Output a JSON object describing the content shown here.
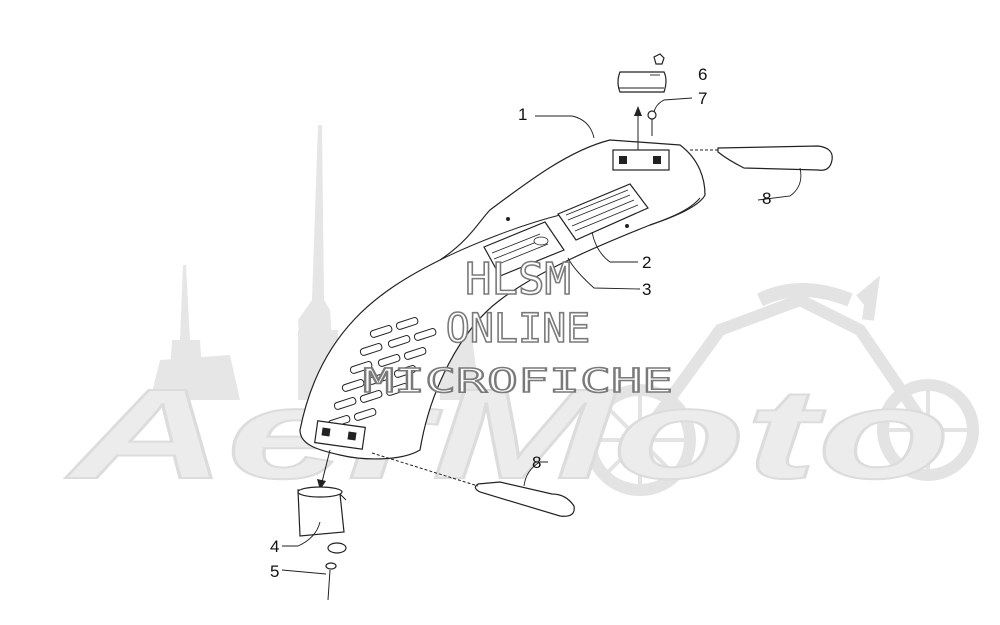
{
  "watermark": {
    "brand": "AerMoto",
    "line1": "HLSM",
    "line2": "ONLINE",
    "line3": "MICROFICHE"
  },
  "callouts": [
    {
      "id": "c1",
      "label": "1"
    },
    {
      "id": "c2",
      "label": "2"
    },
    {
      "id": "c3",
      "label": "3"
    },
    {
      "id": "c4",
      "label": "4"
    },
    {
      "id": "c5",
      "label": "5"
    },
    {
      "id": "c6",
      "label": "6"
    },
    {
      "id": "c7",
      "label": "7"
    },
    {
      "id": "c8a",
      "label": "8"
    },
    {
      "id": "c8b",
      "label": "8"
    }
  ]
}
